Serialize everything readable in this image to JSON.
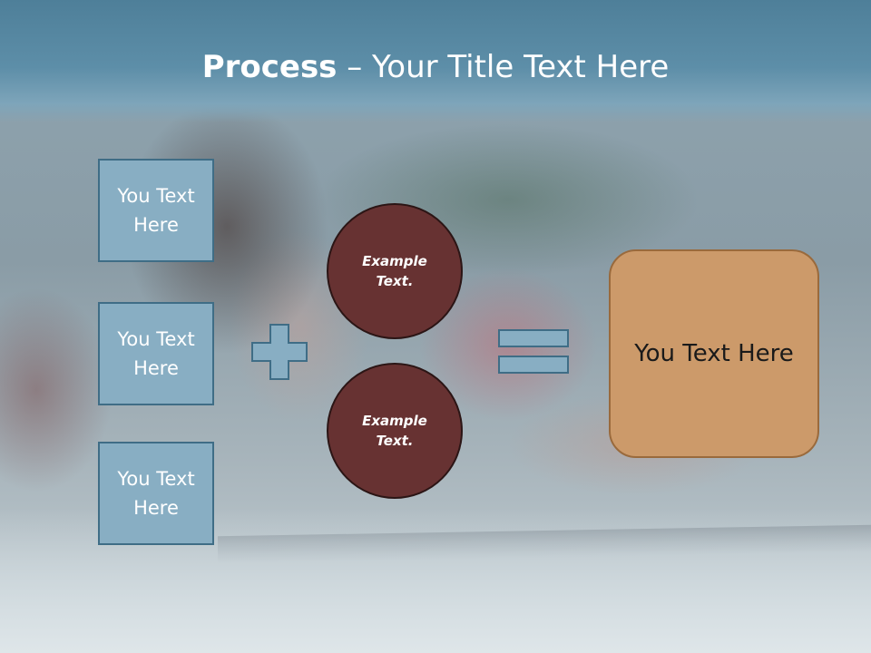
{
  "title": {
    "bold": "Process",
    "rest": " – Your Title Text Here"
  },
  "left_boxes": [
    {
      "text": "You Text Here"
    },
    {
      "text": "You Text Here"
    },
    {
      "text": "You Text Here"
    }
  ],
  "circles": [
    {
      "text": "Example Text."
    },
    {
      "text": "Example Text."
    }
  ],
  "result": {
    "text": "You Text Here"
  },
  "colors": {
    "title_band": "#5d8ea8",
    "box_fill": "#88aec3",
    "box_border": "#3f6d86",
    "circle_fill": "#673232",
    "result_fill": "#cc9a6a",
    "result_border": "#9a6a3c"
  },
  "icons": {
    "operator_1": "plus-icon",
    "operator_2": "equals-icon"
  }
}
